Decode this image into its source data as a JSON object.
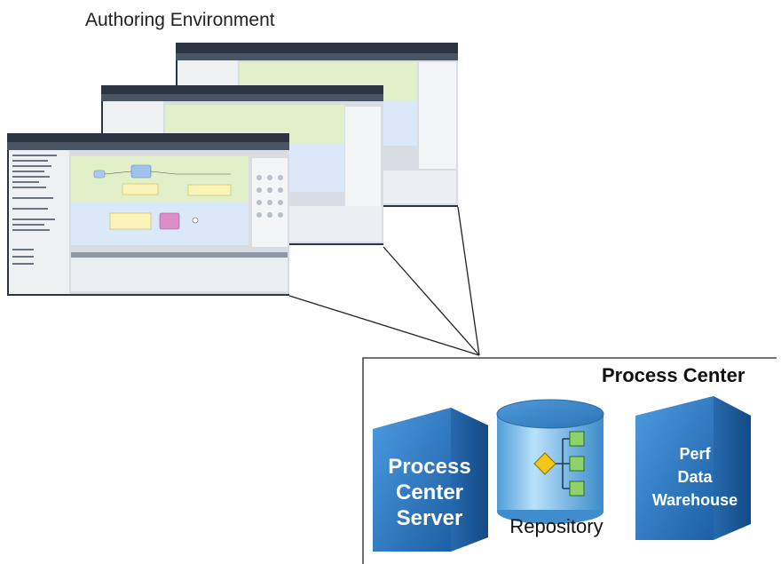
{
  "heading": "Authoring Environment",
  "center": {
    "title": "Process Center",
    "server_lines": [
      "Process",
      "Center",
      "Server"
    ],
    "repository_label": "Repository",
    "warehouse_lines": [
      "Perf",
      "Data",
      "Warehouse"
    ]
  },
  "colors": {
    "cube_front": "#2f7fc4",
    "cube_top": "#5aa6e0",
    "cube_side": "#1c5d99",
    "cylinder": "#7cc0ec",
    "tree_box": "#8fd16a",
    "diamond": "#f5c518",
    "window_frame": "#2b3440",
    "window_bg": "#d9dde3"
  }
}
